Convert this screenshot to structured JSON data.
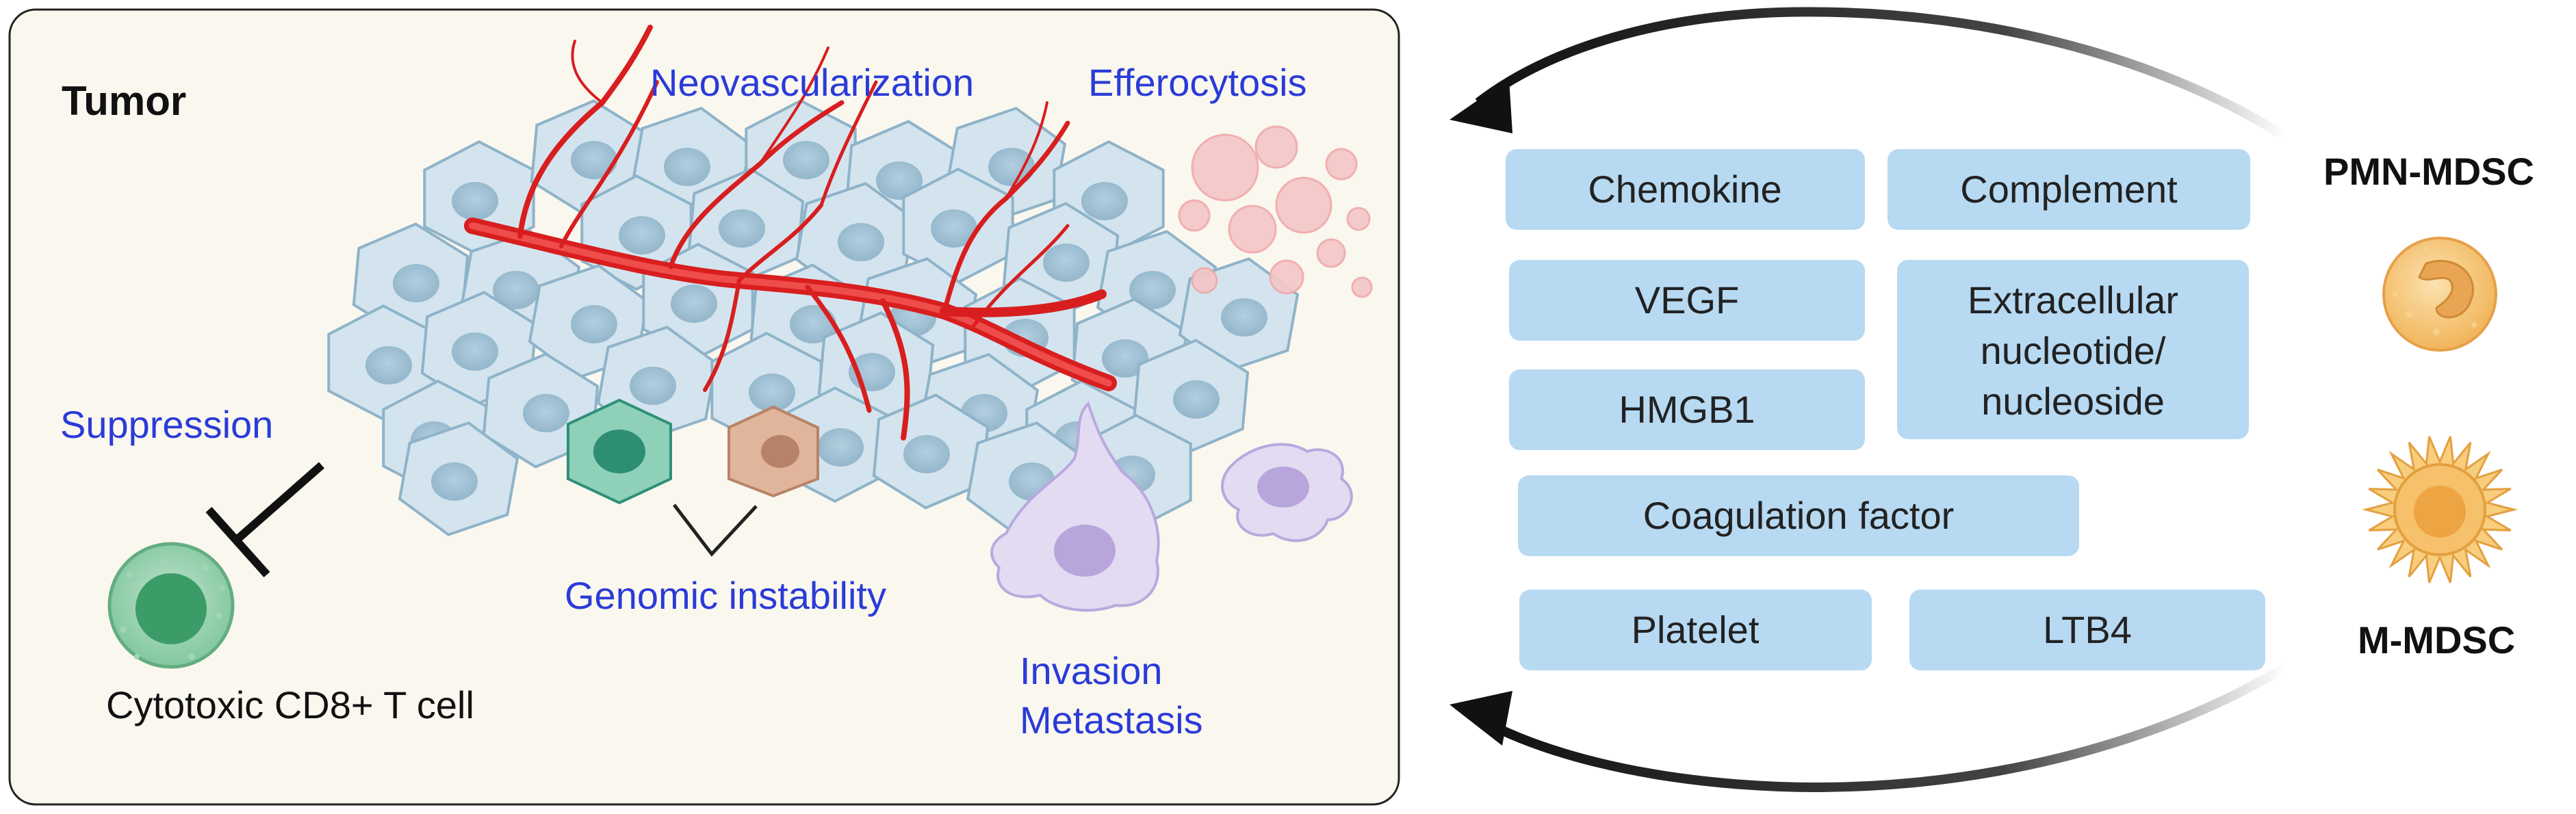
{
  "tumor_panel": {
    "title": "Tumor",
    "labels": {
      "neovascularization": "Neovascularization",
      "efferocytosis": "Efferocytosis",
      "suppression": "Suppression",
      "genomic_instability": "Genomic instability",
      "invasion": "Invasion",
      "metastasis": "Metastasis",
      "t_cell": "Cytotoxic CD8+ T cell"
    }
  },
  "factors": {
    "chemokine": "Chemokine",
    "complement": "Complement",
    "vegf": "VEGF",
    "extracellular_line1": "Extracellular",
    "extracellular_line2": "nucleotide/",
    "extracellular_line3": "nucleoside",
    "hmgb1": "HMGB1",
    "coagulation": "Coagulation factor",
    "platelet": "Platelet",
    "ltb4": "LTB4"
  },
  "cells": {
    "pmn_mdsc": "PMN-MDSC",
    "m_mdsc": "M-MDSC"
  },
  "colors": {
    "label_blue": "#2a3bd8",
    "factor_box": "#b7d9f2",
    "tumor_cell": "#d3e4ef",
    "vessel": "#d81e1e",
    "panel_bg": "#faf7ef"
  },
  "icons": [
    "pmn-mdsc-cell-icon",
    "m-mdsc-cell-icon",
    "t-cell-icon",
    "arrow-icon",
    "inhibition-icon"
  ]
}
